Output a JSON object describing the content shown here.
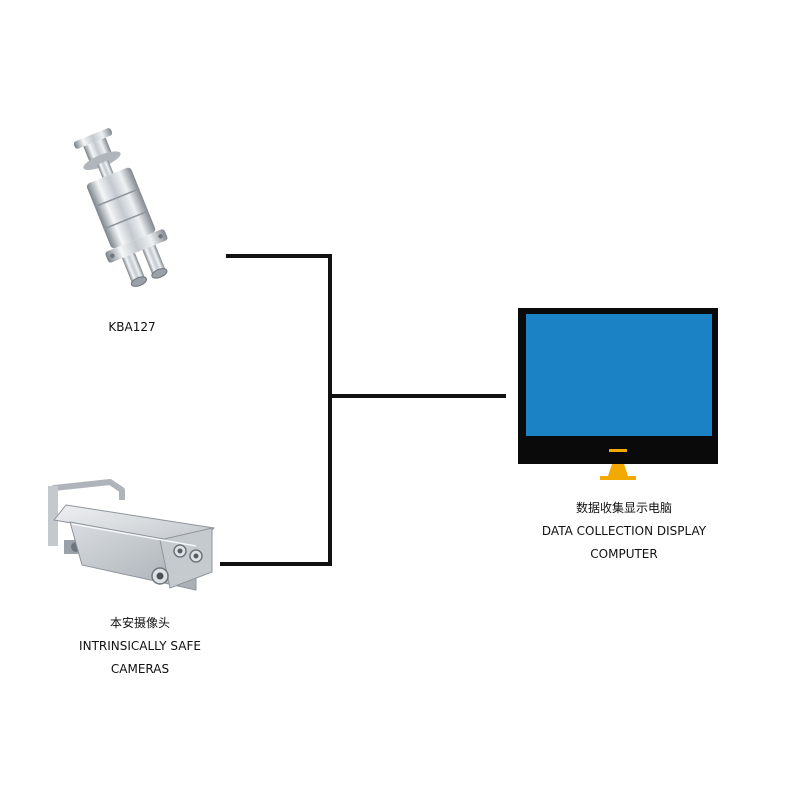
{
  "nodes": {
    "kba127": {
      "label": "KBA127"
    },
    "cameras": {
      "label_zh": "本安摄像头",
      "label_en_line1": "INTRINSICALLY SAFE",
      "label_en_line2": "CAMERAS"
    },
    "computer": {
      "label_zh": "数据收集显示电脑",
      "label_en_line1": "DATA COLLECTION DISPLAY",
      "label_en_line2": "COMPUTER"
    }
  },
  "colors": {
    "connector": "#111111",
    "screen": "#1b82c6",
    "monitor_frame": "#0a0a0a",
    "power_led": "#f2a900",
    "metal_light": "#e6e9ec",
    "metal_mid": "#b8bec4",
    "metal_dark": "#6e757c"
  },
  "icons": {
    "kba127": "sensor-device-icon",
    "cameras": "camera-housing-icon",
    "computer": "monitor-icon"
  }
}
